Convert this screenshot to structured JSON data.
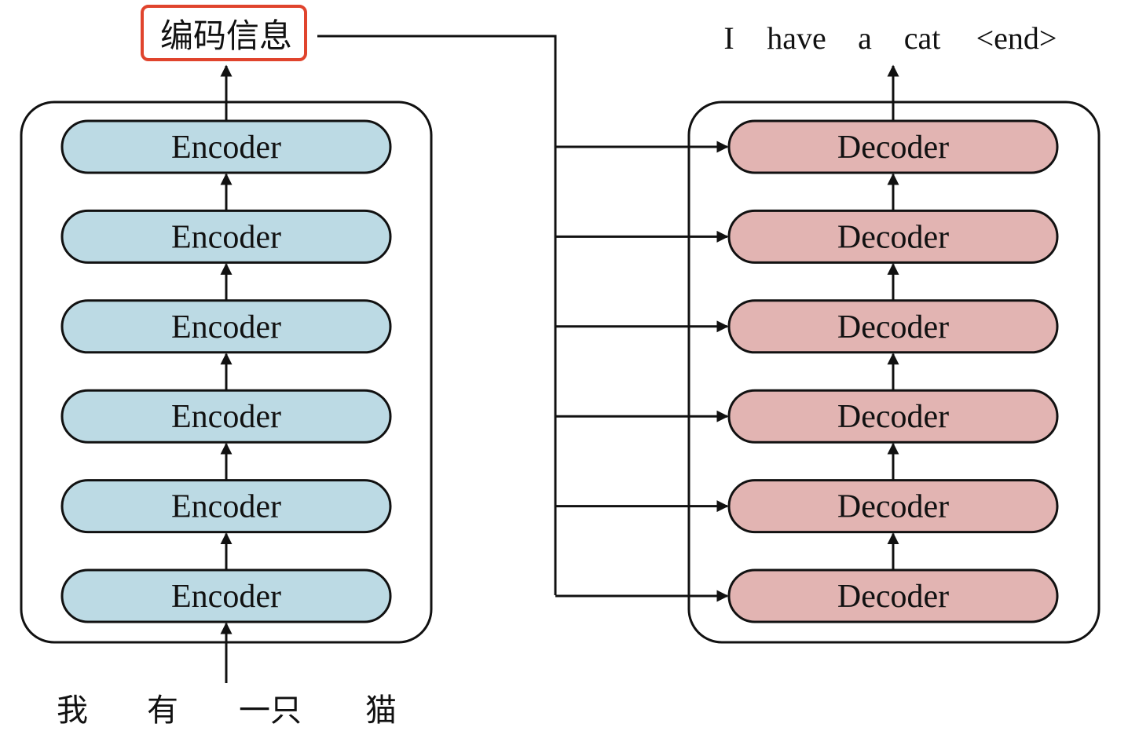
{
  "encoder": {
    "layer_label": "Encoder",
    "layer_count": 6,
    "fill": "#bcdae4",
    "output_label": "编码信息",
    "output_highlight_color": "#e0442d",
    "input_tokens": [
      "我",
      "有",
      "一只",
      "猫"
    ]
  },
  "decoder": {
    "layer_label": "Decoder",
    "layer_count": 6,
    "fill": "#e2b4b2",
    "output_tokens": [
      "I",
      "have",
      "a",
      "cat",
      "<end>"
    ]
  },
  "colors": {
    "stroke": "#111111",
    "text": "#111111"
  }
}
